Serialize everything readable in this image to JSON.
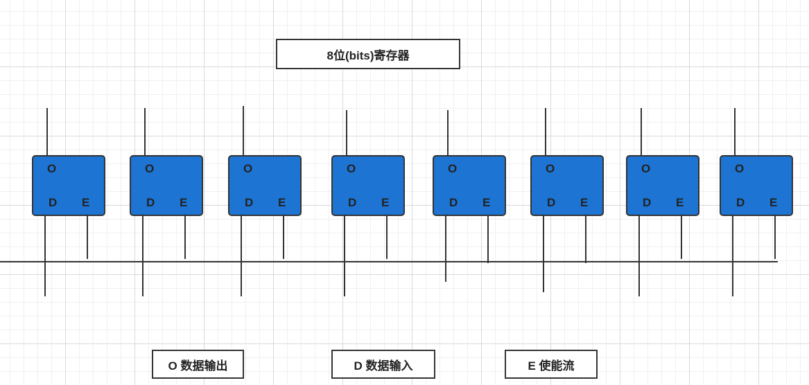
{
  "title": "8位(bits)寄存器",
  "cells": [
    {
      "o": "O",
      "d": "D",
      "e": "E"
    },
    {
      "o": "O",
      "d": "D",
      "e": "E"
    },
    {
      "o": "O",
      "d": "D",
      "e": "E"
    },
    {
      "o": "O",
      "d": "D",
      "e": "E"
    },
    {
      "o": "O",
      "d": "D",
      "e": "E"
    },
    {
      "o": "O",
      "d": "D",
      "e": "E"
    },
    {
      "o": "O",
      "d": "D",
      "e": "E"
    },
    {
      "o": "O",
      "d": "D",
      "e": "E"
    }
  ],
  "legend": {
    "o": "O 数据输出",
    "d": "D 数据输入",
    "e": "E 使能流"
  },
  "colors": {
    "cell_fill": "#1e74d2",
    "line": "#333333"
  }
}
